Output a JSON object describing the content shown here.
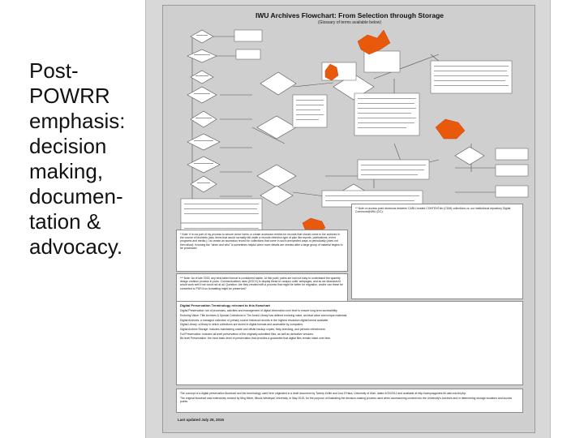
{
  "caption": {
    "lines": [
      "Post-",
      "POWRR",
      "emphasis:",
      "decision",
      "making,",
      "documen-",
      "tation &",
      "advocacy."
    ]
  },
  "document": {
    "title": "IWU Archives Flowchart: From Selection through Storage",
    "subtitle": "(Glossary of terms available below)",
    "notes_left": "* Note: It is not part of my process to secure donor forms or create accession entries for records that should come to the archives in the course of business (aka, items that would normally fall under a records retention type of plan like reports, publications, event programs and media.) I do create an accession record for collections that come in such unexpected ways or periodically (does not then allow). Knowing the \"when and who\" is sometimes helpful when more details are needed after a large group of material begins to be processed.",
    "notes_left_2": "*** Note: As of late 2015, any best-faked format is considered stable. At this point, paths are lost but easy to understand the quantity design creation process in pubs. Communications uses (DOCX) to display these to campus units' webpages, and as we discussed it would work well if we could not at all. Question: Are they created with a process that might be better for migration, and/or can these be converted to PDF/A so formatting might be preserved?",
    "notes_right": "** Note on access point decisions between CARLI-hosted CONTENTdm (CDM) collections vs. our institutional repository Digital Commons@IWU (DC):",
    "glossary_title": "Digital Preservation Terminology relevant to this flowchart",
    "glossary_lines": [
      "Digital Preservation: set of processes, activities and management of digital information over time to ensure long-term accessibility.",
      "Enduring Value: Title Archives & Special Collections in The Ames Library has defined enduring value, archival value and unique materials.",
      "Digital Archives: a managed collection of primary source historical records in the highest resolution digital format available.",
      "Digital Library: a library in which collections are stored in digital formats and accessible by computers.",
      "Digital Archive Storage: includes maintaining onsite and offsite backup copies, fixity-checking, and periodic refreshment.",
      "Full Preservation: includes all-level preservation of the originally submitted files, as well as derivative versions.",
      "Bit-level Preservation: the most basic level of preservation that provides a guarantee that digital files remain intact over time."
    ],
    "credits_lines": [
      "The concept of a digital preservation flowchart and the terminology used here originated in a draft document by Twenty Kellie and Lisa O'Hara, University of Utah, dated 4/20/2012 and available at http://campusguides.lib.utah.edu/ld.php.",
      "The original flowchart was extensively revised by Meg Miner, Illinois Wesleyan University, in May 2015, for the purpose of illustrating the decision-making process used when accessioning content into the University's Archives and in determining storage locations and access points."
    ],
    "updated": "Last updated July 29, 2015"
  },
  "colors": {
    "background": "#ffffff",
    "sheet": "#cfcfcf",
    "decision_fill": "#ffffff",
    "highlight_fill": "#e8590c",
    "highlight_text": "#ffffff"
  }
}
